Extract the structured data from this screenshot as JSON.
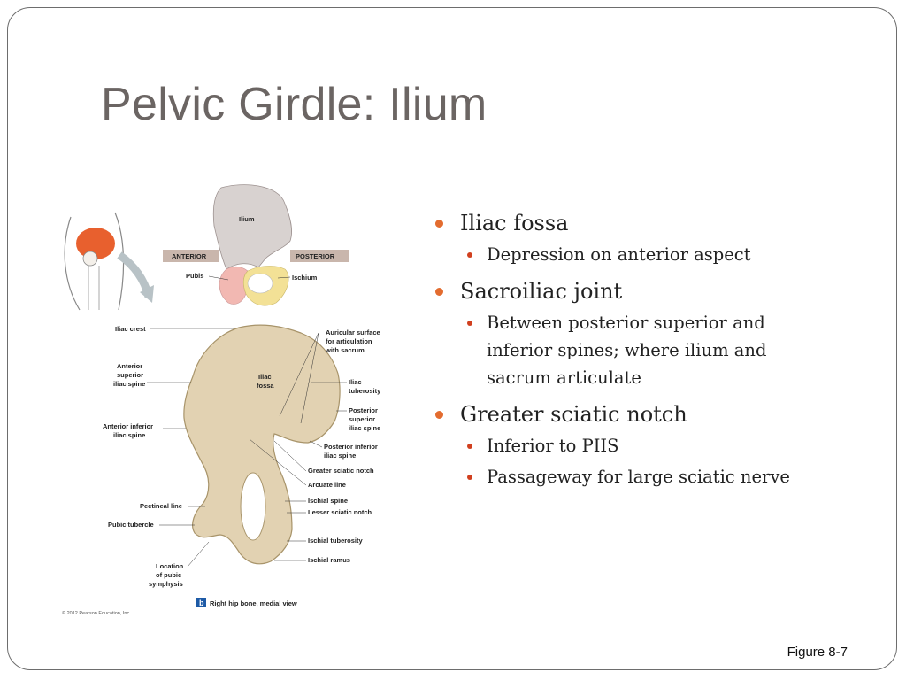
{
  "slide": {
    "title": "Pelvic Girdle:  Ilium",
    "bullets": [
      {
        "text": "Iliac fossa",
        "sub": [
          "Depression on anterior aspect"
        ]
      },
      {
        "text": "Sacroiliac joint",
        "sub": [
          "Between posterior superior and inferior spines; where ilium and sacrum articulate"
        ]
      },
      {
        "text": "Greater sciatic notch",
        "sub": [
          "Inferior to PIIS",
          "Passageway for large sciatic nerve"
        ]
      }
    ],
    "figure_ref": "Figure 8-7"
  },
  "figure": {
    "top_labels": {
      "ilium": "Ilium",
      "anterior": "ANTERIOR",
      "posterior": "POSTERIOR",
      "pubis": "Pubis",
      "ischium": "Ischium"
    },
    "left_labels": [
      "Iliac crest",
      "Anterior",
      "superior",
      "iliac spine",
      "Anterior inferior",
      "iliac spine",
      "Pectineal line",
      "Pubic tubercle",
      "Location",
      "of pubic",
      "symphysis"
    ],
    "right_labels": [
      "Auricular surface",
      "for articulation",
      "with sacrum",
      "Iliac",
      "tuberosity",
      "Posterior",
      "superior",
      "iliac spine",
      "Posterior inferior",
      "iliac spine",
      "Greater sciatic notch",
      "Arcuate line",
      "Ischial spine",
      "Lesser sciatic notch",
      "Ischial tuberosity",
      "Ischial ramus"
    ],
    "fossa_label": [
      "Iliac",
      "fossa"
    ],
    "caption_letter": "b",
    "caption": "Right hip bone, medial view",
    "copyright": "© 2012 Pearson Education, Inc."
  },
  "colors": {
    "bullet_l1": "#e36c2f",
    "bullet_l2": "#d1401f",
    "title": "#6b6563",
    "bone": "#e2d2b2",
    "ilium_region": "#d8d2d0",
    "pubis_region": "#f2b8b2",
    "ischium_region": "#f3e196",
    "hip_highlight": "#e8602e"
  }
}
